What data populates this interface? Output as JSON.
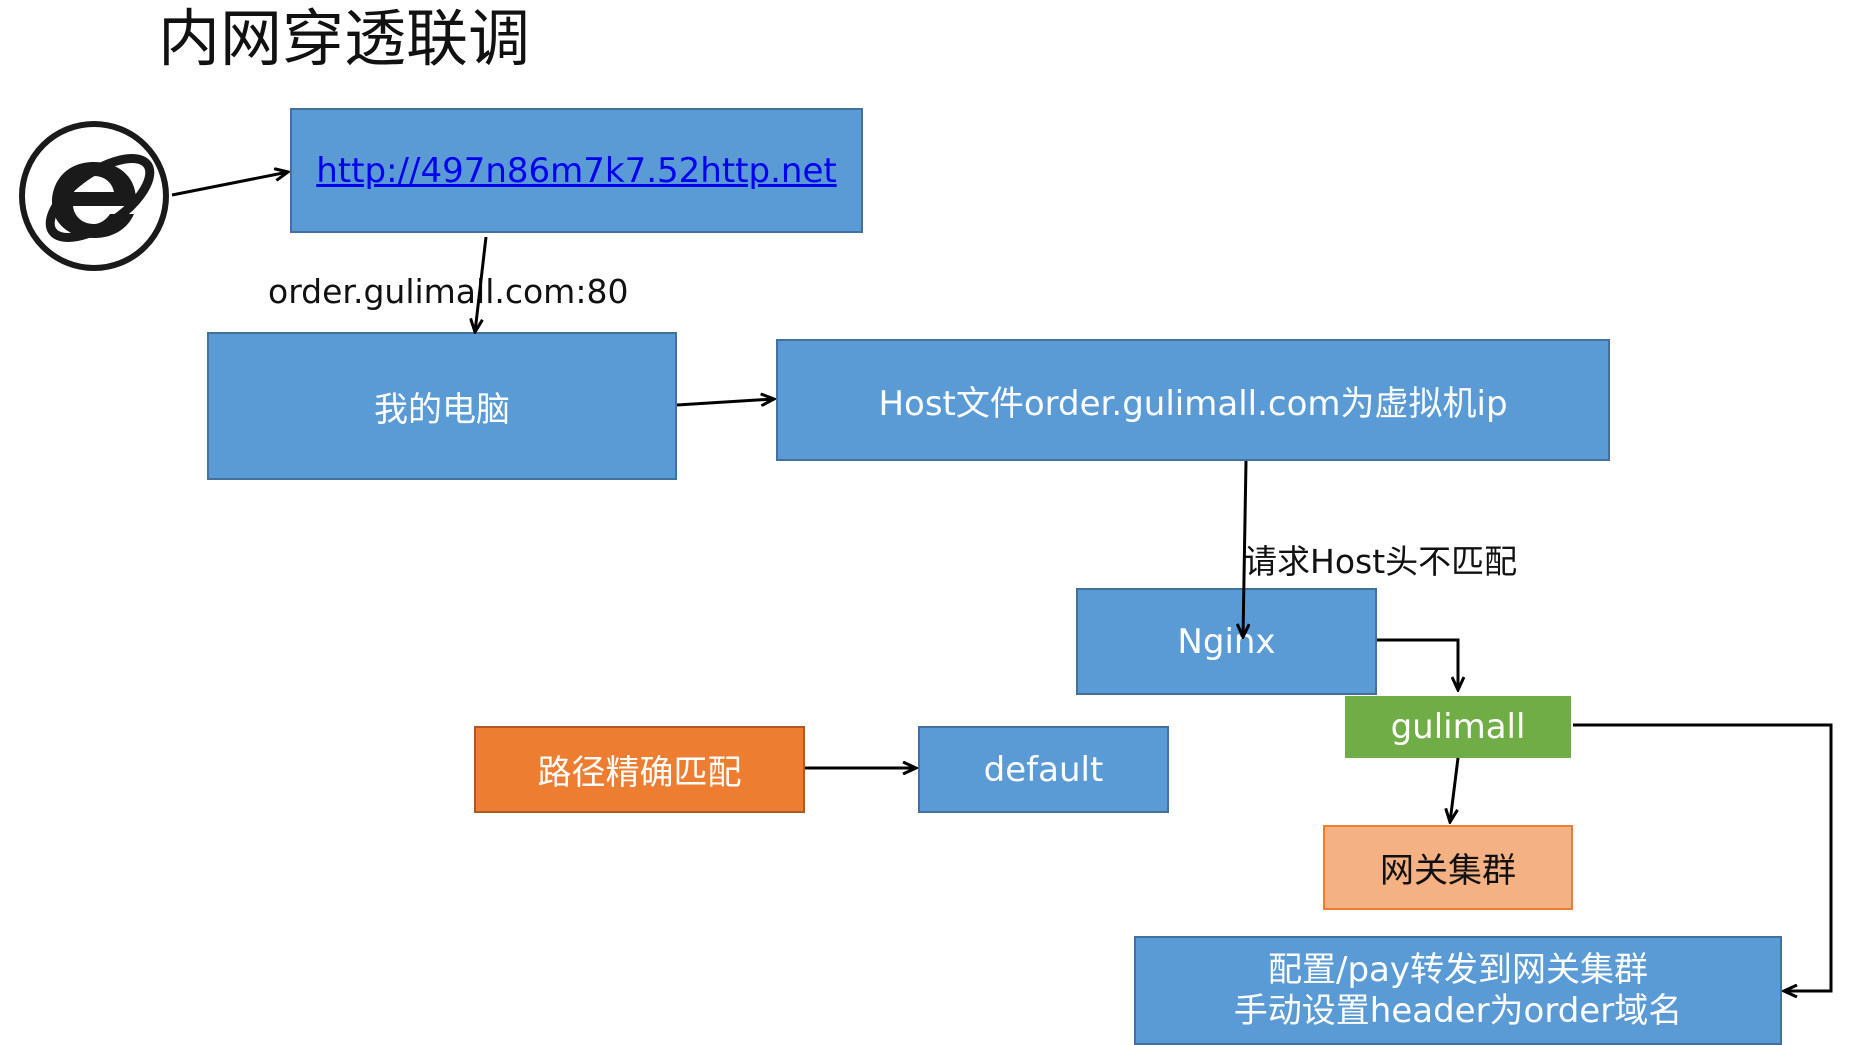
{
  "title": "内网穿透联调",
  "url_box": {
    "text": "http://497n86m7k7.52http.net"
  },
  "edge_label_domain": "order.gulimall.com:80",
  "my_pc": "我的电脑",
  "host_file": "Host文件order.gulimall.com为虚拟机ip",
  "edge_label_host": "请求Host头不匹配",
  "nginx": "Nginx",
  "gulimall": "gulimall",
  "gateway_cluster": "网关集群",
  "path_match": "路径精确匹配",
  "default": "default",
  "config": {
    "line1": "配置/pay转发到网关集群",
    "line2": "手动设置header为order域名"
  },
  "icon": "internet-explorer-icon",
  "colors": {
    "blue": "#5b9bd5",
    "orange": "#ed7d31",
    "green": "#70ad47",
    "salmon": "#f4b183"
  }
}
